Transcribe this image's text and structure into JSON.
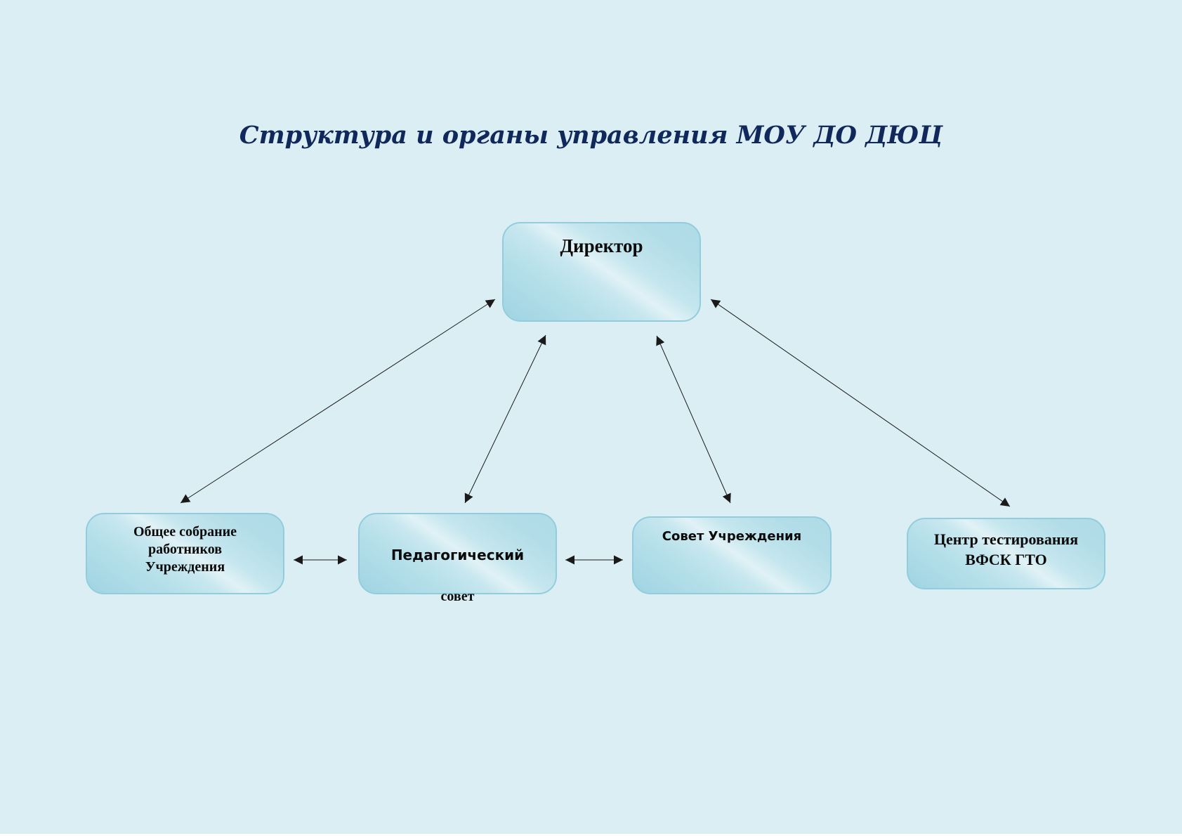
{
  "title": "Структура и органы управления МОУ ДО ДЮЦ",
  "nodes": {
    "director": "Директор",
    "general_meeting": "Общее собрание\nработников\nУчреждения",
    "pedagogical_council": {
      "line1": "Педагогический",
      "line2": "совет"
    },
    "institution_council": "Совет Учреждения",
    "gto_center": "Центр тестирования\nВФСК ГТО"
  },
  "colors": {
    "background": "#dbeef3",
    "title": "#10285a",
    "node_border": "#93cddd",
    "connector": "#1a1a1a"
  }
}
